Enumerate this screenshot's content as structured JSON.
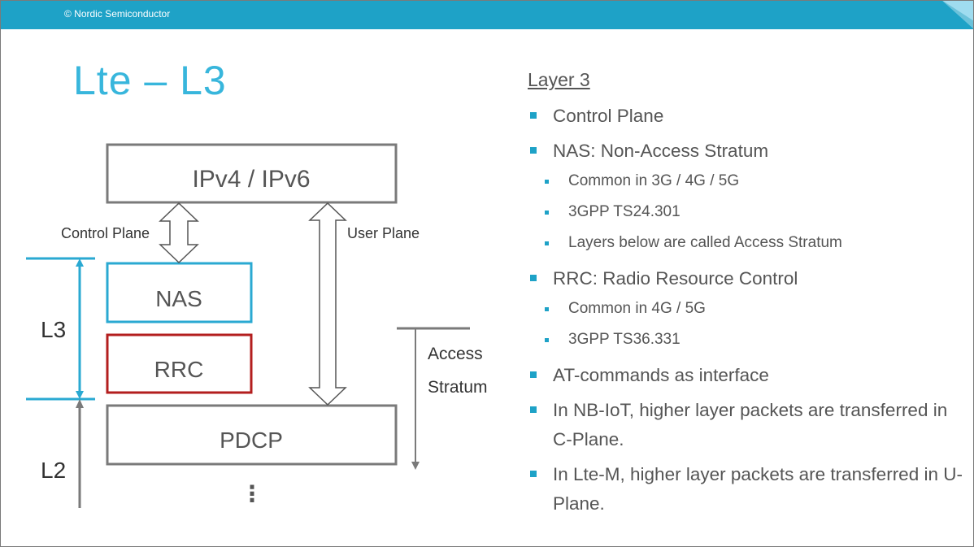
{
  "header": {
    "copyright": "© Nordic Semiconductor",
    "bar_color": "#1ea2c7"
  },
  "title": "Lte – L3",
  "diagram": {
    "boxes": {
      "ipv": "IPv4 / IPv6",
      "nas": "NAS",
      "rrc": "RRC",
      "pdcp": "PDCP"
    },
    "labels": {
      "control_plane": "Control Plane",
      "user_plane": "User Plane",
      "l3": "L3",
      "l2": "L2",
      "access_line1": "Access",
      "access_line2": "Stratum",
      "continuation": "⋮"
    },
    "colors": {
      "nas_border": "#2aa9d2",
      "rrc_border": "#b31e1e",
      "default_border": "#7a7a7a"
    }
  },
  "panel": {
    "heading": "Layer 3",
    "items": [
      {
        "level": 1,
        "text": "Control Plane"
      },
      {
        "level": 1,
        "text": "NAS: Non-Access Stratum"
      },
      {
        "level": 2,
        "text": "Common in 3G / 4G / 5G"
      },
      {
        "level": 2,
        "text": "3GPP TS24.301"
      },
      {
        "level": 2,
        "text": "Layers below are called Access Stratum"
      },
      {
        "level": 1,
        "text": "RRC: Radio Resource Control"
      },
      {
        "level": 2,
        "text": "Common in 4G / 5G"
      },
      {
        "level": 2,
        "text": "3GPP TS36.331"
      },
      {
        "level": 1,
        "text": "AT-commands as interface"
      },
      {
        "level": 1,
        "text": "In NB-IoT, higher layer packets are transferred in C-Plane."
      },
      {
        "level": 1,
        "text": "In Lte-M, higher layer packets are transferred in U-Plane."
      }
    ]
  }
}
